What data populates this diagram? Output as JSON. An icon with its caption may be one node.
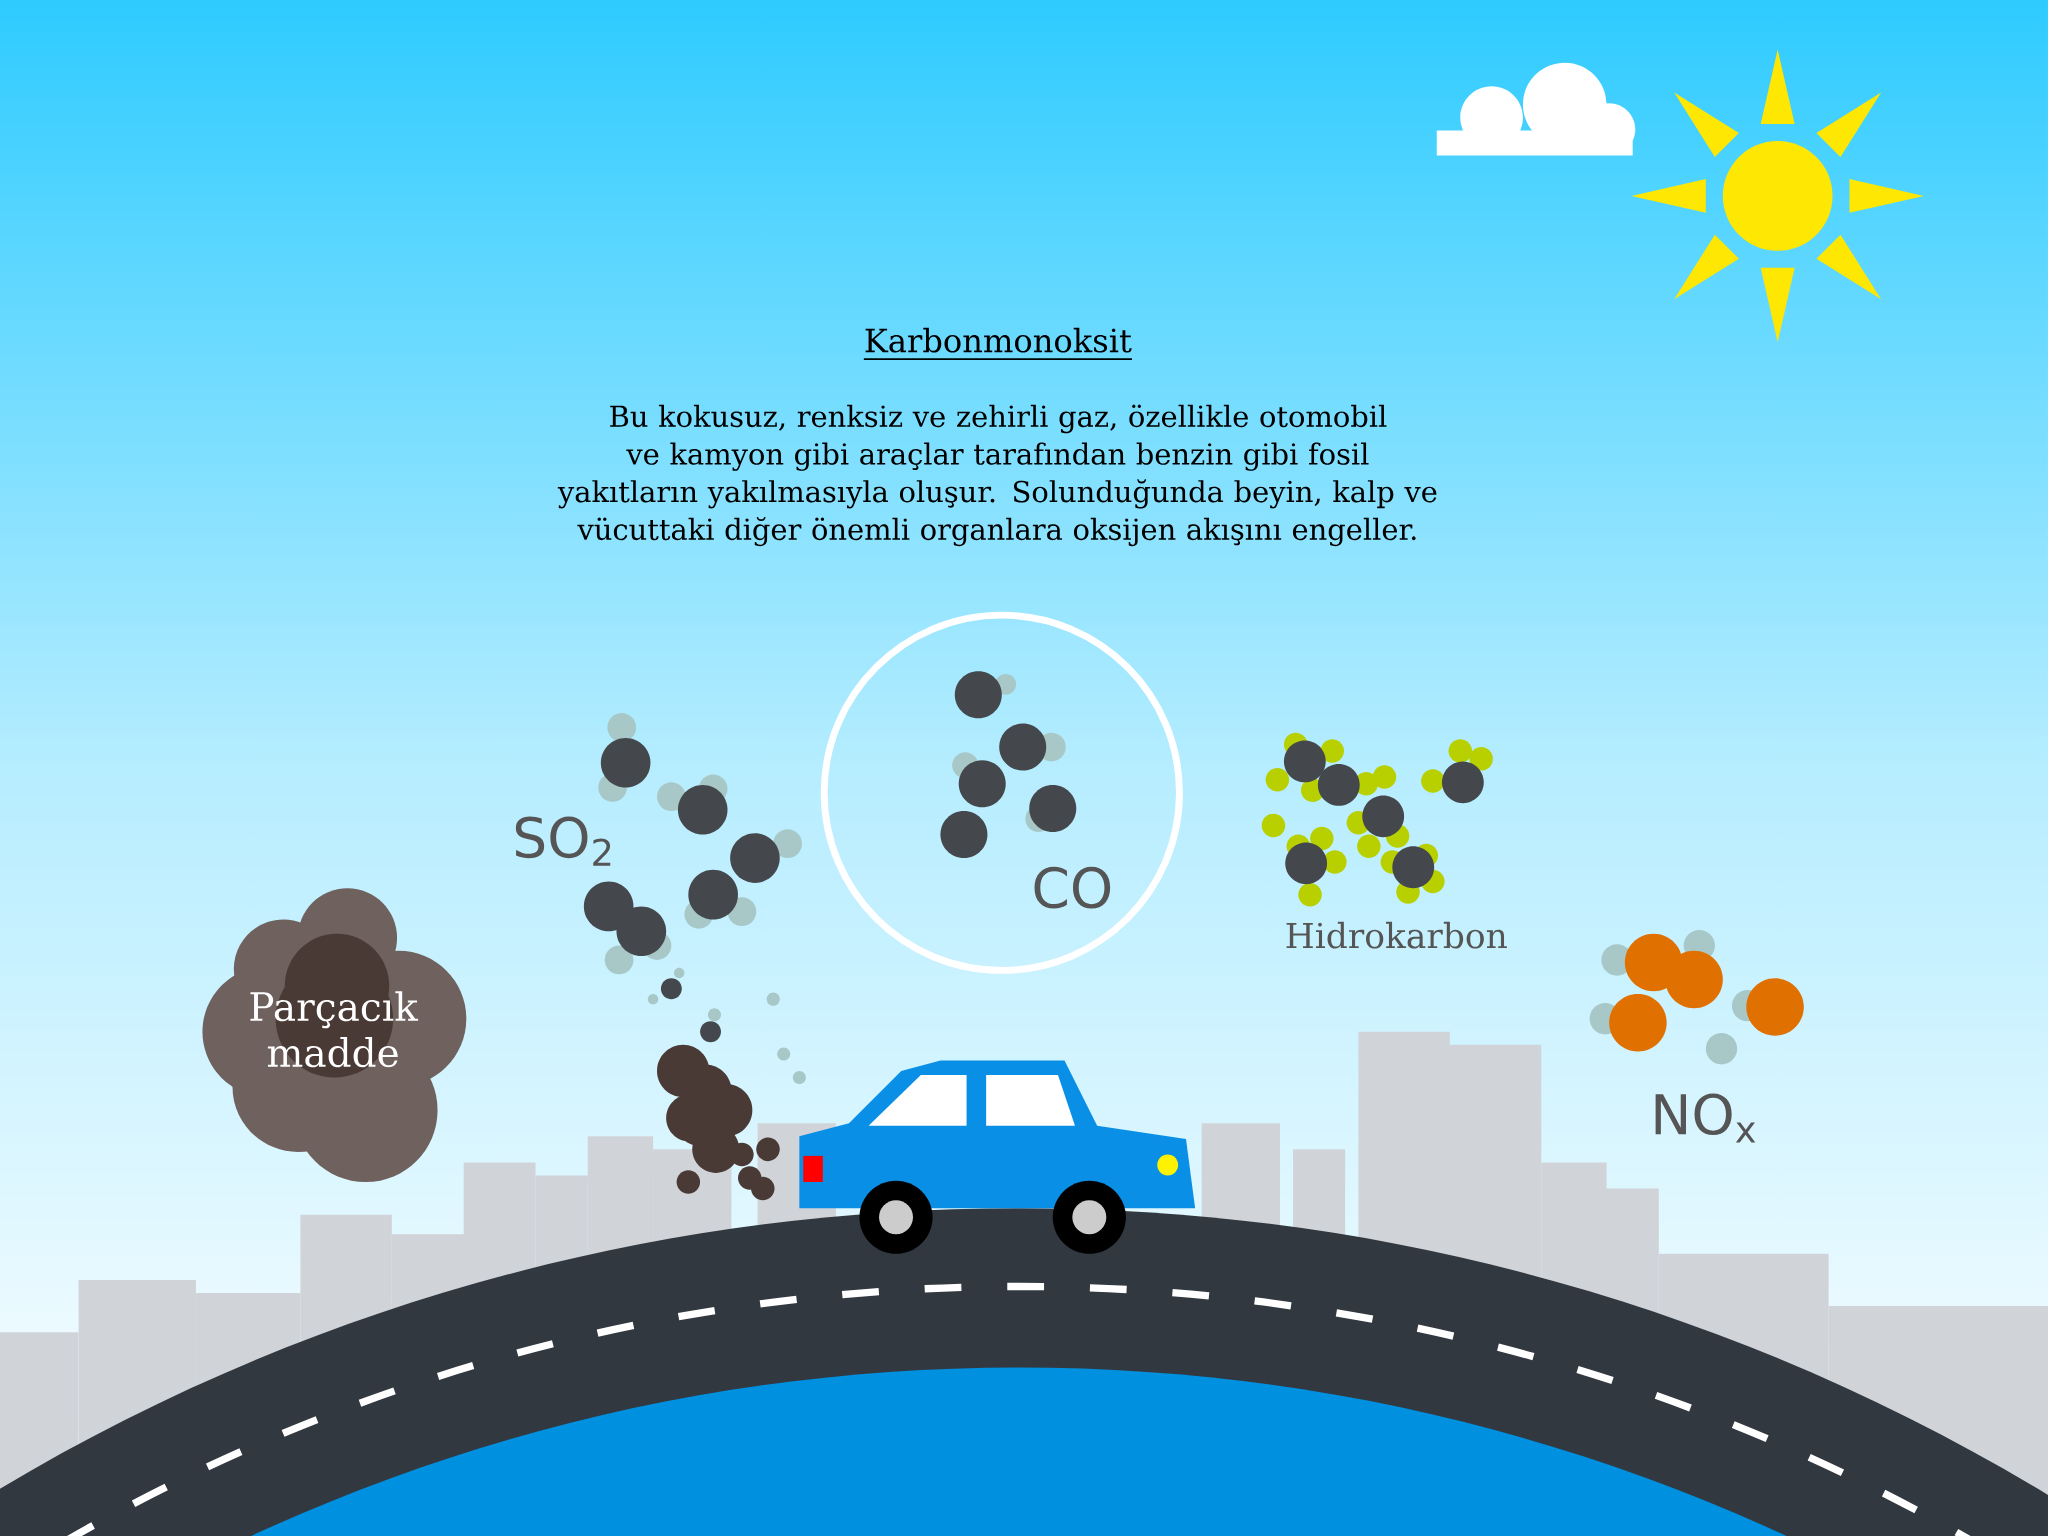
{
  "diagram": {
    "title": "Karbonmonoksit",
    "nodes": [
      {
        "text": [
          "CO"
        ]
      }
    ],
    "labels": [
      "Bu kokusuz, renksiz ve zehirli gaz, özellikle otomobil ve kamyon gibi araçlar tarafından benzin gibi fosil yakıtların yakılmasıyla oluşur. Solunduğunda beyin, kalp ve vücuttaki diğer önemli organlara oksijen akışını engeller.",
      "SO$_{2}$",
      "Hidrokarbon",
      "Parçacık madde",
      "NO$_{x}$"
    ]
  }
}
